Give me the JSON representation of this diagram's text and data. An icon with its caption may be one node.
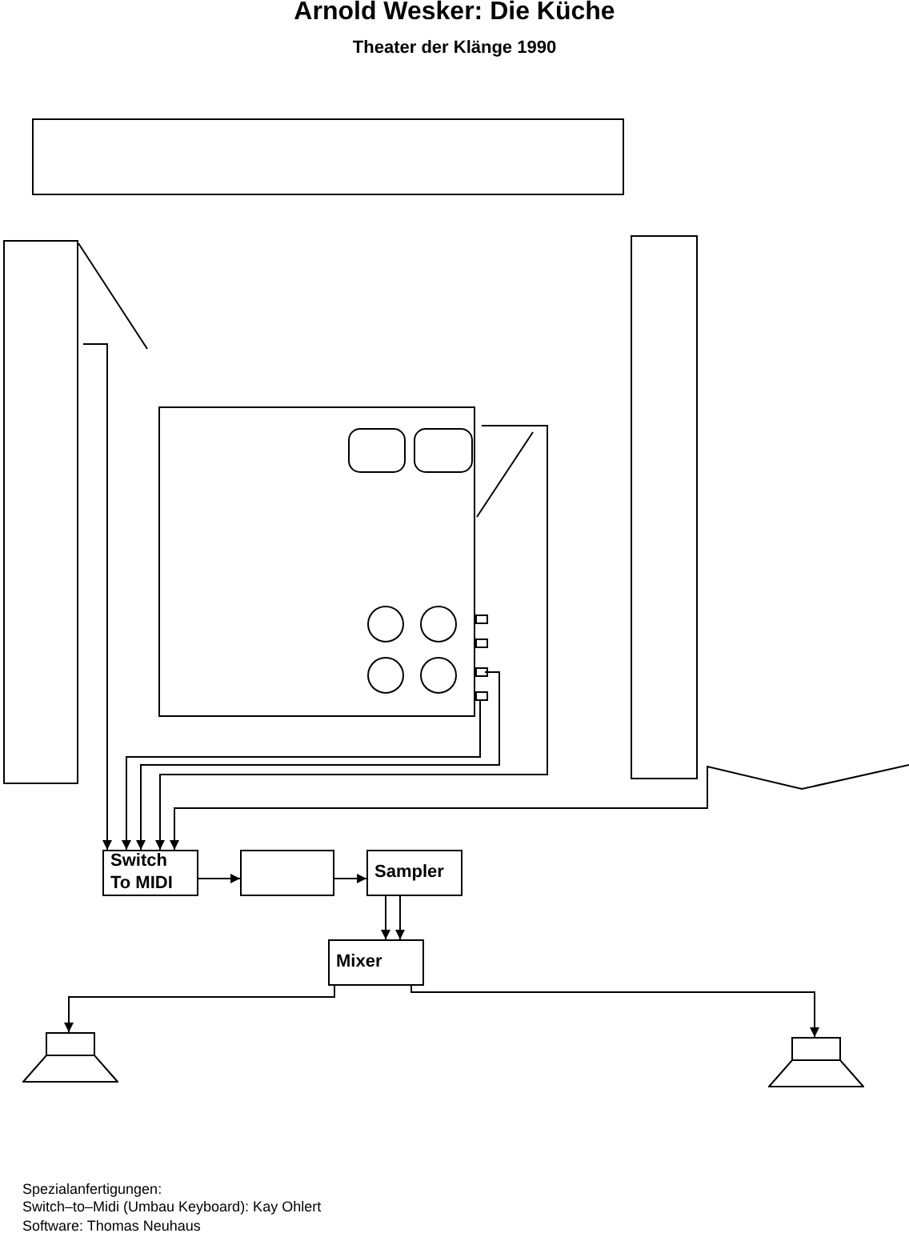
{
  "diagram": {
    "title": "Arnold Wesker: Die Küche",
    "nodes": [
      {
        "text": [],
        "shape": "box"
      },
      {
        "text": [],
        "shape": "box"
      },
      {
        "text": [],
        "shape": "box"
      },
      {
        "text": [],
        "shape": "box"
      },
      {
        "text": [],
        "shape": "box"
      },
      {
        "text": [],
        "shape": "box"
      },
      {
        "text": [],
        "shape": "box"
      },
      {
        "text": [],
        "shape": "box"
      },
      {
        "text": [
          "Switch To MIDI"
        ]
      },
      {
        "text": [],
        "shape": "box"
      },
      {
        "text": [
          "Sampler"
        ]
      },
      {
        "text": [
          "Mixer"
        ]
      },
      {
        "text": [],
        "shape": "speaker"
      },
      {
        "text": [],
        "shape": "speaker"
      }
    ],
    "edges": [
      {
        "from": 1,
        "to": 8,
        "arrow": "to"
      },
      {
        "from": 6,
        "to": 8,
        "arrow": "to"
      },
      {
        "from": 5,
        "to": 8,
        "arrow": "to"
      },
      {
        "from": 2,
        "to": 8,
        "arrow": "to"
      },
      {
        "from": null,
        "to": 8,
        "arrow": "to"
      },
      {
        "from": 8,
        "to": 9,
        "arrow": "to"
      },
      {
        "from": 9,
        "to": 10,
        "arrow": "to"
      },
      {
        "from": 10,
        "to": 11,
        "arrow": "to"
      },
      {
        "from": 10,
        "to": 11,
        "arrow": "to"
      },
      {
        "from": 11,
        "to": 12,
        "arrow": "to"
      },
      {
        "from": 11,
        "to": 13,
        "arrow": "to"
      }
    ],
    "labels": [
      "Theater der Klänge 1990",
      "Spezialanfertigungen:",
      "Switch–to–Midi (Umbau Keyboard): Kay Ohlert",
      "Software: Thomas Neuhaus"
    ]
  }
}
